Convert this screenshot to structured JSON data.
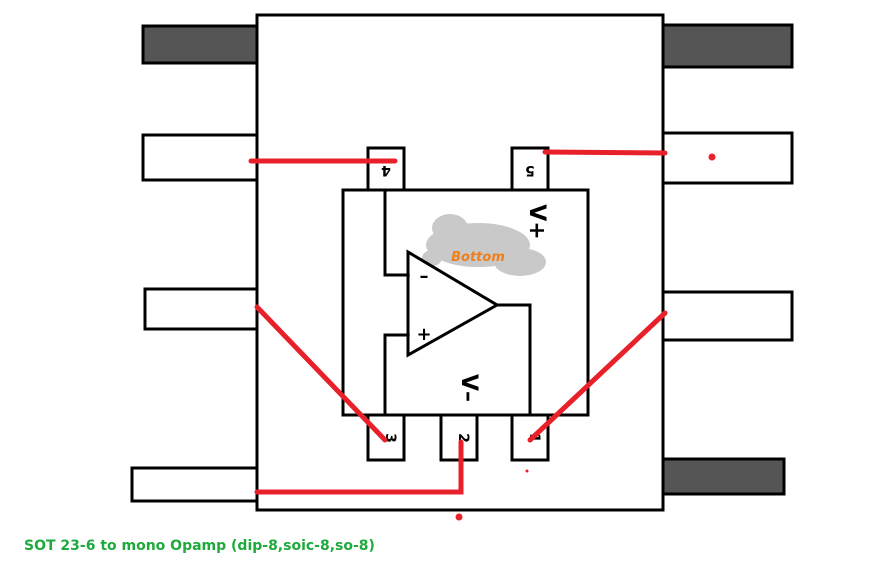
{
  "caption": "SOT 23-6 to mono Opamp (dip-8,soic-8,so-8)",
  "colors": {
    "outline": "#000000",
    "pad_unused": "#555555",
    "wire": "#e8202a",
    "caption": "#1eaa3c",
    "bottom_label": "#f07f1a"
  },
  "labels": {
    "bottom": "Bottom",
    "vplus": "V+",
    "vminus": "V–",
    "minus_input": "–",
    "plus_input": "+"
  },
  "sot_pins": {
    "top_left": "4",
    "top_right": "5",
    "bottom_left": "3",
    "bottom_middle": "2",
    "bottom_right": "1"
  }
}
